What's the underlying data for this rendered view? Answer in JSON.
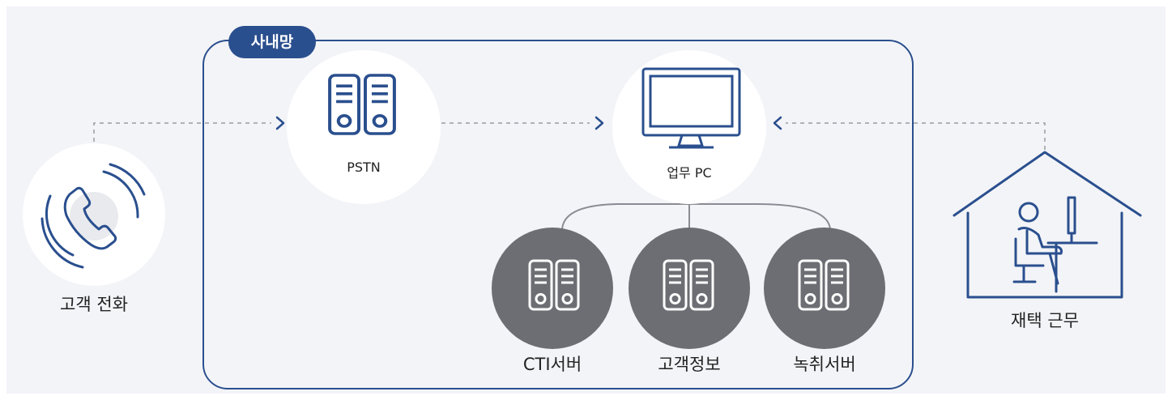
{
  "network_label": "사내망",
  "nodes": {
    "customer_call": {
      "label": "고객 전화",
      "icon": "phone-icon"
    },
    "pstn": {
      "label": "PSTN",
      "icon": "server-icon"
    },
    "work_pc": {
      "label": "업무 PC",
      "icon": "monitor-icon"
    },
    "cti_server": {
      "label": "CTI서버",
      "icon": "server-icon"
    },
    "customer_info": {
      "label": "고객정보",
      "icon": "server-icon"
    },
    "recording_server": {
      "label": "녹취서버",
      "icon": "server-icon"
    },
    "remote_work": {
      "label": "재택 근무",
      "icon": "house-with-worker-icon"
    }
  },
  "colors": {
    "accent": "#2a4f8e",
    "server_dark": "#6d6e73",
    "background": "#f3f4f8",
    "node_fill": "#ffffff",
    "connector": "#8a8c93"
  }
}
